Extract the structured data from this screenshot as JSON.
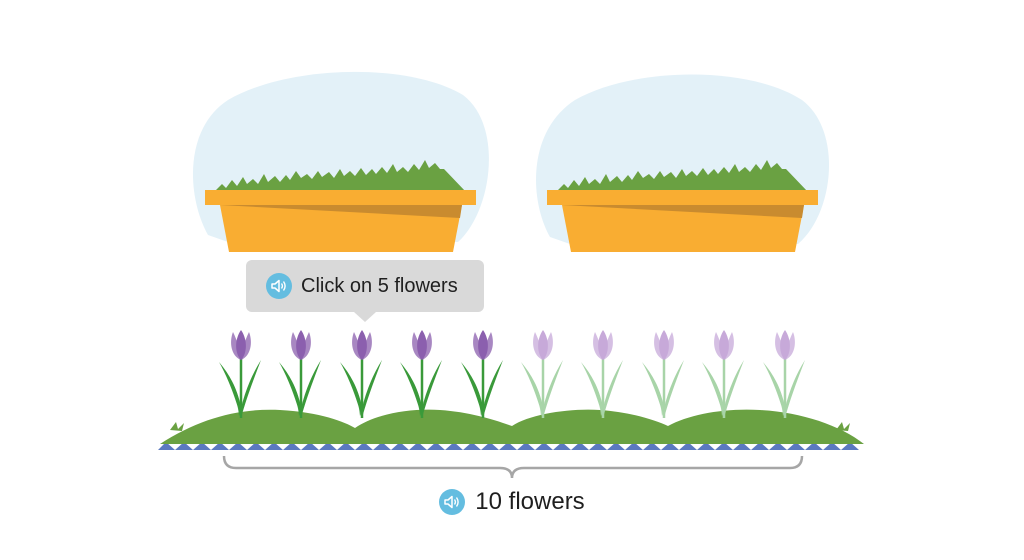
{
  "prompt": {
    "text": "Click on 5 flowers",
    "icon": "speaker-icon"
  },
  "total": {
    "text": "10 flowers",
    "icon": "speaker-icon"
  },
  "planters": [
    {
      "name": "planter-left"
    },
    {
      "name": "planter-right"
    }
  ],
  "flowers": {
    "count": 10,
    "dark_count": 5,
    "dark_petal": "#8b5fae",
    "light_petal": "#c7a9d9",
    "dark_stem": "#3a9a3a",
    "light_stem": "#a8d4a8"
  },
  "colors": {
    "bubble": "#e3f1f8",
    "box": "#f9ad32",
    "box_shade": "#c98b2f",
    "grass": "#6aa142",
    "ground_edge": "#5b79c0",
    "brace": "#a6a6a6",
    "speaker": "#64bde0"
  }
}
